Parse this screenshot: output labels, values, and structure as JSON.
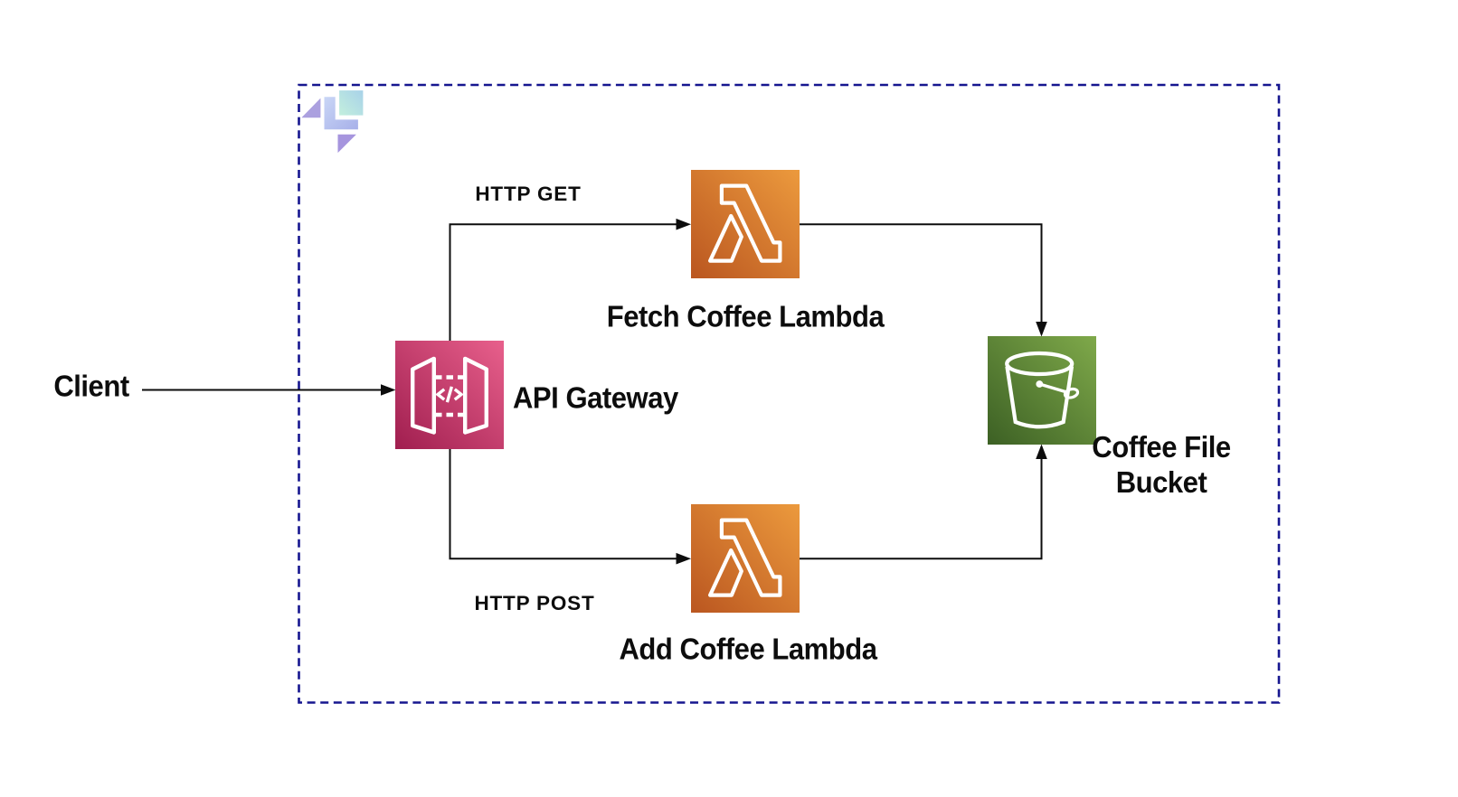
{
  "diagram": {
    "background_color": "#ffffff",
    "line_color": "#0d0d0d",
    "text_color": "#0d0d0d"
  },
  "boundary": {
    "border_color": "#16168F",
    "style": "dashed"
  },
  "logo": {
    "name": "eraser-watermark",
    "colors": {
      "triangle_left": "#ABA0DF",
      "l_shape_start": "#C9D6F6",
      "l_shape_end": "#A7B0E9",
      "square_start": "#A8D2E9",
      "square_end": "#C3EFDD",
      "triangle_bottom": "#A695DE"
    }
  },
  "nodes": {
    "client": {
      "label": "Client"
    },
    "api_gateway": {
      "label": "API Gateway",
      "icon": "aws-api-gateway",
      "gradient": {
        "start": "#A01E4F",
        "end": "#E8608C"
      }
    },
    "fetch_lambda": {
      "label": "Fetch Coffee Lambda",
      "icon": "aws-lambda",
      "gradient": {
        "start": "#BA5620",
        "end": "#EC9A3D"
      }
    },
    "add_lambda": {
      "label": "Add Coffee Lambda",
      "icon": "aws-lambda",
      "gradient": {
        "start": "#BA5620",
        "end": "#EC9A3D"
      }
    },
    "bucket": {
      "label": "Coffee File Bucket",
      "lines": [
        "Coffee File",
        "Bucket"
      ],
      "icon": "aws-s3-bucket",
      "gradient": {
        "start": "#3C6024",
        "end": "#7FA94A"
      }
    }
  },
  "edges": {
    "client_to_gateway": {
      "label": ""
    },
    "http_get": {
      "label": "HTTP GET"
    },
    "http_post": {
      "label": "HTTP POST"
    }
  }
}
